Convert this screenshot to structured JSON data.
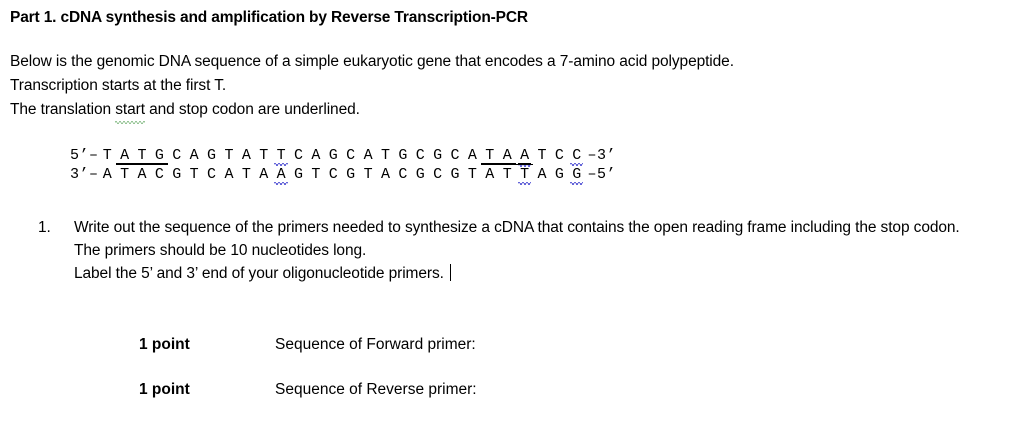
{
  "document": {
    "title": "Part 1. cDNA synthesis and amplification by Reverse Transcription-PCR",
    "intro": {
      "line1": "Below is the genomic DNA sequence of a simple eukaryotic gene that encodes a 7-amino acid polypeptide.",
      "line2": "Transcription starts at the first T.",
      "line3_before": "The translation ",
      "line3_squiggle_word": "start",
      "line3_after": " and stop codon are underlined."
    }
  },
  "sequence": {
    "top": {
      "prime_label": "5’–",
      "end_label": "–3’",
      "bases": [
        "T",
        "A",
        "T",
        "G",
        "C",
        "A",
        "G",
        "T",
        "A",
        "T",
        "T",
        "C",
        "A",
        "G",
        "C",
        "A",
        "T",
        "G",
        "C",
        "G",
        "C",
        "A",
        "T",
        "A",
        "A",
        "T",
        "C",
        "C"
      ],
      "underlined_indices": [
        1,
        2,
        3,
        22,
        23,
        24
      ],
      "squiggle_indices": [
        10,
        24,
        27
      ]
    },
    "bottom": {
      "prime_label": "3’–",
      "end_label": "–5’",
      "bases": [
        "A",
        "T",
        "A",
        "C",
        "G",
        "T",
        "C",
        "A",
        "T",
        "A",
        "A",
        "G",
        "T",
        "C",
        "G",
        "T",
        "A",
        "C",
        "G",
        "C",
        "G",
        "T",
        "A",
        "T",
        "T",
        "A",
        "G",
        "G"
      ],
      "overline_indices": [
        1,
        2,
        3,
        22,
        23,
        24
      ],
      "squiggle_indices": [
        10,
        24,
        27
      ]
    }
  },
  "question": {
    "number": "1.",
    "line1": "Write out the sequence of the primers needed to synthesize a cDNA that contains the open reading frame including the stop codon.",
    "line2": "The primers should be 10 nucleotides long.",
    "line3": "Label the 5’ and 3’ end of your oligonucleotide primers."
  },
  "points": [
    {
      "label": "1 point",
      "text": "Sequence of Forward primer:"
    },
    {
      "label": "1 point",
      "text": "Sequence of Reverse primer:"
    }
  ],
  "colors": {
    "text": "#000000",
    "background": "#ffffff",
    "spellcheck_blue": "#3333cc",
    "grammar_green": "#2e8b2e"
  }
}
